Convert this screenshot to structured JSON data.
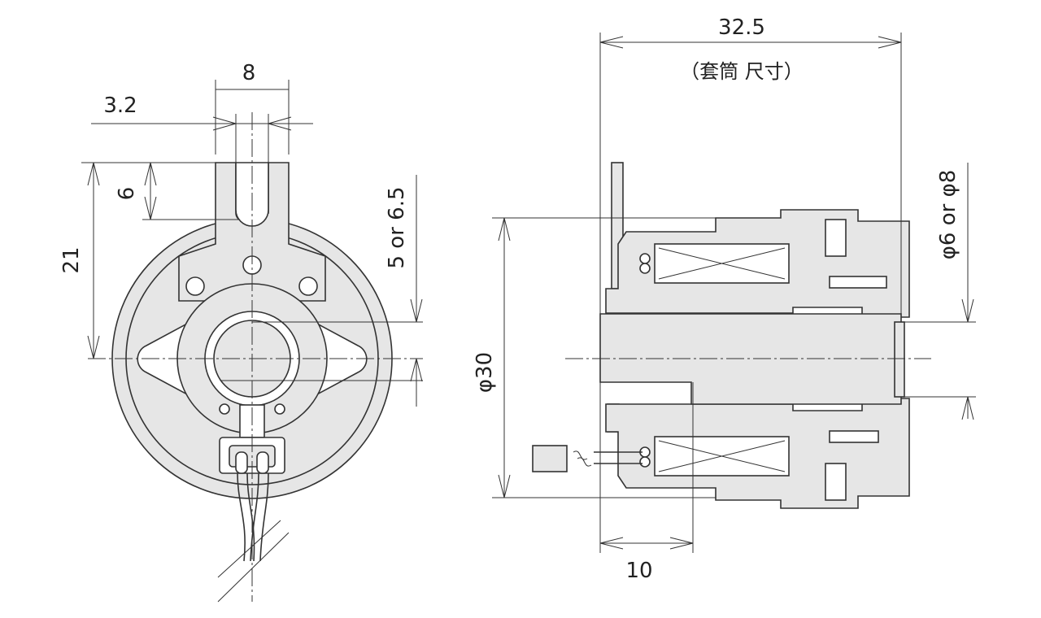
{
  "front_view": {
    "dims": {
      "width_tab": "8",
      "slot_width": "3.2",
      "slot_depth": "6",
      "height_to_center": "21",
      "offset_hole": "5 or 6.5"
    }
  },
  "side_view": {
    "dims": {
      "length_total": "32.5",
      "length_note": "（套筒 尺寸）",
      "outer_diameter": "φ30",
      "bore_diameter": "φ6 or φ8",
      "hub_length": "10"
    }
  }
}
